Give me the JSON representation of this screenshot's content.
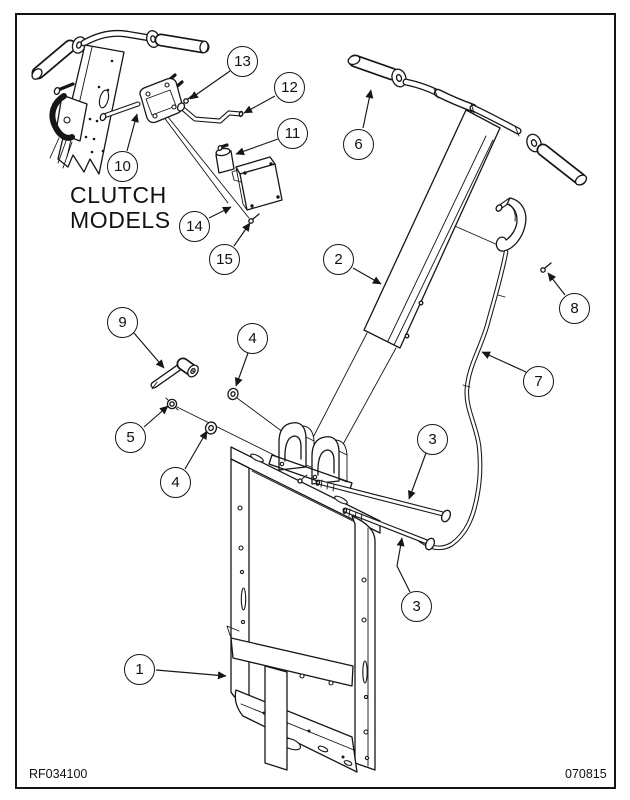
{
  "diagram": {
    "inset_caption": {
      "lines": [
        "CLUTCH",
        "MODELS"
      ]
    },
    "footer": {
      "left_code": "RF034100",
      "right_code": "070815"
    },
    "callouts": [
      {
        "id": "callout-1",
        "label": "1"
      },
      {
        "id": "callout-2",
        "label": "2"
      },
      {
        "id": "callout-3-upper",
        "label": "3"
      },
      {
        "id": "callout-3-lower",
        "label": "3"
      },
      {
        "id": "callout-4-upper",
        "label": "4"
      },
      {
        "id": "callout-4-lower",
        "label": "4"
      },
      {
        "id": "callout-5",
        "label": "5"
      },
      {
        "id": "callout-6",
        "label": "6"
      },
      {
        "id": "callout-7",
        "label": "7"
      },
      {
        "id": "callout-8",
        "label": "8"
      },
      {
        "id": "callout-9",
        "label": "9"
      },
      {
        "id": "callout-10",
        "label": "10"
      },
      {
        "id": "callout-11",
        "label": "11"
      },
      {
        "id": "callout-12",
        "label": "12"
      },
      {
        "id": "callout-13",
        "label": "13"
      },
      {
        "id": "callout-14",
        "label": "14"
      },
      {
        "id": "callout-15",
        "label": "15"
      }
    ],
    "colors": {
      "line": "#161616",
      "background": "#ffffff"
    }
  }
}
